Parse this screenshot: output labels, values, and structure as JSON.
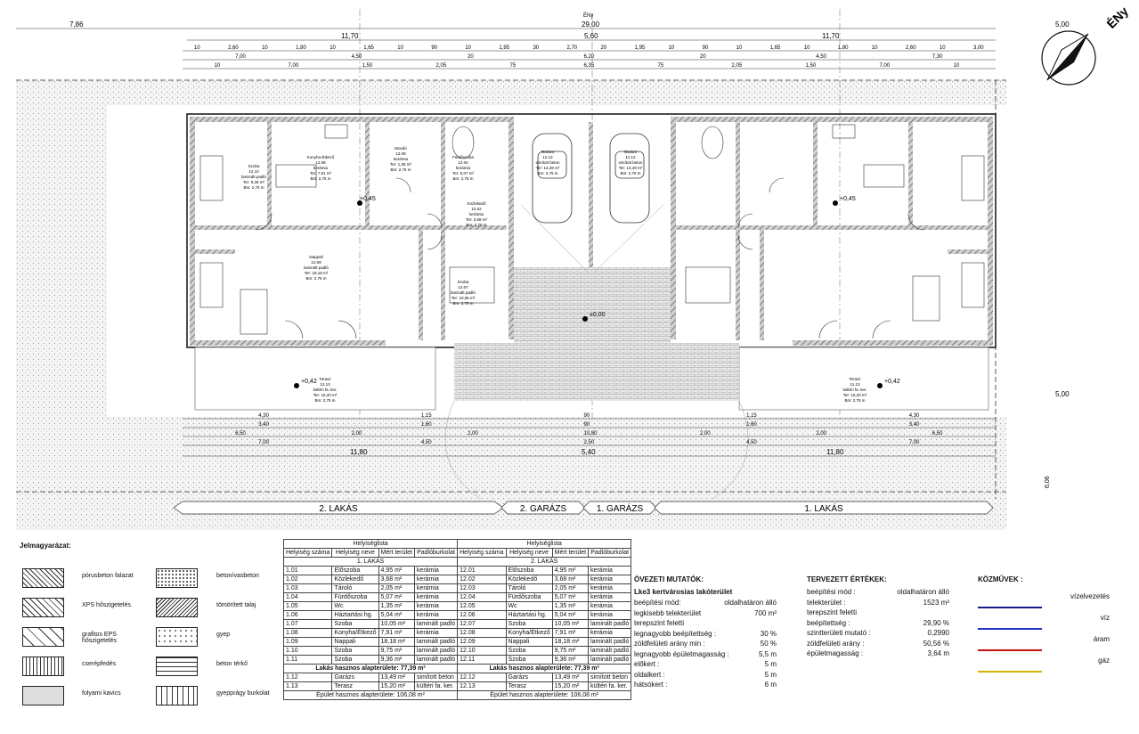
{
  "top_dims": {
    "left_offset": "7,86",
    "total_width": "29,00",
    "right_offset": "5,00",
    "halves": [
      "11,70",
      "5,60",
      "11,70"
    ],
    "north_label": "ÉNy",
    "row1": [
      "10",
      "2,60",
      "10",
      "1,80",
      "10",
      "1,65",
      "10",
      "90",
      "10",
      "1,95",
      "30",
      "2,70",
      "20",
      "1,95",
      "10",
      "90",
      "10",
      "1,65",
      "10",
      "1,80",
      "10",
      "2,60",
      "10",
      "3,00"
    ],
    "row2": [
      "7,00",
      "4,50",
      "20",
      "6,20",
      "20",
      "4,50",
      "7,30"
    ],
    "row3": [
      "10",
      "7,00",
      "1,50",
      "2,05",
      "75",
      "6,35",
      "75",
      "2,05",
      "1,50",
      "7,00",
      "10"
    ]
  },
  "bottom_dims": {
    "row1": [
      "4,30",
      "1,15",
      "90",
      "1,15",
      "4,30"
    ],
    "row2": [
      "3,40",
      "1,60",
      "90",
      "1,60",
      "3,40"
    ],
    "row3": [
      "6,50",
      "2,00",
      "2,00",
      "10,80",
      "2,00",
      "2,00",
      "6,50"
    ],
    "row4": [
      "7,00",
      "4,50",
      "2,50",
      "4,50",
      "7,00"
    ],
    "totals": [
      "11,80",
      "5,40",
      "11,80"
    ],
    "side_right": [
      "5,00",
      "6,06"
    ]
  },
  "rooms": [
    {
      "name": "Szoba",
      "id": "12.10",
      "area": "9,36 m²",
      "floor": "laminált padló",
      "h": "2,75 m"
    },
    {
      "name": "Konyha-Étkező",
      "id": "12.08",
      "area": "7,91 m²",
      "floor": "kerámia",
      "h": "2,75 m"
    },
    {
      "name": "Mosdó",
      "id": "12.09",
      "area": "1,35 m²",
      "floor": "kerámia",
      "h": "2,75 m"
    },
    {
      "name": "Fürdőszoba",
      "id": "12.04",
      "area": "5,07 m²",
      "floor": "kerámia",
      "h": "2,75 m"
    },
    {
      "name": "Közlekedő",
      "id": "12.02",
      "area": "3,68 m²",
      "floor": "kerámia",
      "h": "2,75 m"
    },
    {
      "name": "Garázs",
      "id": "12.12",
      "area": "13,49 m²",
      "floor": "simított beton",
      "h": "2,75 m"
    },
    {
      "name": "Garázs",
      "id": "11.12",
      "area": "13,49 m²",
      "floor": "simított beton",
      "h": "2,75 m"
    },
    {
      "name": "Nappali",
      "id": "12.09",
      "area": "18,18 m²",
      "floor": "laminált padló",
      "h": "2,75 m"
    },
    {
      "name": "Szoba",
      "id": "12.07",
      "area": "10,05 m²",
      "floor": "laminált padló",
      "h": "2,75 m"
    },
    {
      "name": "Terasz",
      "id": "12.13",
      "area": "15,20 m²",
      "floor": "kültéri fa. ker.",
      "h": "2,75 m"
    },
    {
      "name": "Terasz",
      "id": "11.13",
      "area": "15,20 m²",
      "floor": "kültéri fa. ker.",
      "h": "2,75 m"
    }
  ],
  "zone_labels": [
    "2. LAKÁS",
    "2. GARÁZS",
    "1. GARÁZS",
    "1. LAKÁS"
  ],
  "elevations": [
    "+0,45",
    "+0,45",
    "+0,42",
    "+0,42",
    "±0,00"
  ],
  "legend": {
    "title": "Jelmagyarázat:",
    "items": [
      {
        "label": "pórusbeton falazat"
      },
      {
        "label": "beton/vasbeton"
      },
      {
        "label": "XPS hőszigetelés"
      },
      {
        "label": "tömörített talaj"
      },
      {
        "label": "grafitos EPS hőszigetelés"
      },
      {
        "label": "gyep"
      },
      {
        "label": "cserépfedés"
      },
      {
        "label": "beton térkő"
      },
      {
        "label": "folyami kavics"
      },
      {
        "label": "gyepprágy burkolat"
      }
    ]
  },
  "room_table": {
    "title": "Helyiséglista",
    "headers": [
      "Helyiség száma",
      "Helyiség neve",
      "Mért terület",
      "Padlóburkolat"
    ],
    "flat1_title": "1. LAKÁS",
    "flat2_title": "2. LAKÁS",
    "rows": [
      [
        "1.01",
        "Előszoba",
        "4,95 m²",
        "kerámia",
        "12.01",
        "Előszoba",
        "4,95 m²",
        "kerámia"
      ],
      [
        "1.02",
        "Közlekedő",
        "3,68 m²",
        "kerámia",
        "12.02",
        "Közlekedő",
        "3,68 m²",
        "kerámia"
      ],
      [
        "1.03",
        "Tároló",
        "2,05 m²",
        "kerámia",
        "12.03",
        "Tároló",
        "2,05 m²",
        "kerámia"
      ],
      [
        "1.04",
        "Fürdőszoba",
        "5,07 m²",
        "kerámia",
        "12.04",
        "Fürdőszoba",
        "5,07 m²",
        "kerámia"
      ],
      [
        "1.05",
        "Wc",
        "1,35 m²",
        "kerámia",
        "12.05",
        "Wc",
        "1,35 m²",
        "kerámia"
      ],
      [
        "1.06",
        "Háztartási hg.",
        "5,04 m²",
        "kerámia",
        "12.06",
        "Háztartási hg.",
        "5,04 m²",
        "kerámia"
      ],
      [
        "1.07",
        "Szoba",
        "10,05 m²",
        "laminált padló",
        "12.07",
        "Szoba",
        "10,05 m²",
        "laminált padló"
      ],
      [
        "1.08",
        "Konyha/Étkező",
        "7,91 m²",
        "kerámia",
        "12.08",
        "Konyha/Étkező",
        "7,91 m²",
        "kerámia"
      ],
      [
        "1.09",
        "Nappali",
        "18,18 m²",
        "laminált padló",
        "12.09",
        "Nappali",
        "18,18 m²",
        "laminált padló"
      ],
      [
        "1.10",
        "Szoba",
        "9,75 m²",
        "laminált padló",
        "12.10",
        "Szoba",
        "9,75 m²",
        "laminált padló"
      ],
      [
        "1.11",
        "Szoba",
        "9,36 m²",
        "laminált padló",
        "12.11",
        "Szoba",
        "9,36 m²",
        "laminált padló"
      ]
    ],
    "useful_label": "Lakás hasznos alapterülete:",
    "useful_value": "77,39 m²",
    "extra_rows": [
      [
        "1.12",
        "Garázs",
        "13,49 m²",
        "simított beton",
        "12.12",
        "Garázs",
        "13,49 m²",
        "simított beton"
      ],
      [
        "1.13",
        "Terasz",
        "15,20 m²",
        "kültéri fa. ker.",
        "12.13",
        "Terasz",
        "15,20 m²",
        "kültéri fa. ker."
      ]
    ],
    "building_label": "Épület hasznos alapterülete:",
    "building_value": "106,08 m²"
  },
  "zoning": {
    "title": "ÖVEZETI MUTATÓK:",
    "zone": "Lke3 kertvárosias lakóterület",
    "rows": [
      [
        "beépítési mód:",
        "oldalhatáron álló"
      ],
      [
        "legkisebb telekterület",
        "700 m²"
      ],
      [
        "terepszint feletti",
        ""
      ],
      [
        "legnagyobb beépítettség :",
        "30 %"
      ],
      [
        "zöldfelületi arány min :",
        "50 %"
      ],
      [
        "legnagyobb épületmagasság :",
        "5,5 m"
      ],
      [
        "előkert :",
        "5 m"
      ],
      [
        "oldalkert :",
        "5 m"
      ],
      [
        "hátsókert :",
        "6 m"
      ]
    ]
  },
  "planned": {
    "title": "TERVEZETT ÉRTÉKEK:",
    "rows": [
      [
        "beépítési mód :",
        "oldalhatáron álló"
      ],
      [
        "telekterület :",
        "1523 m²"
      ],
      [
        "terepszint feletti",
        ""
      ],
      [
        "beépítettség :",
        "29,90 %"
      ],
      [
        "szintterületi mutató :",
        "0,2990"
      ],
      [
        "zöldfelületi arány :",
        "50,56 %"
      ],
      [
        "épületmagasság :",
        "3,64 m"
      ]
    ]
  },
  "utilities": {
    "title": "KÖZMŰVEK :",
    "items": [
      {
        "label": "vízelvezetés",
        "color": "#1a1a8c"
      },
      {
        "label": "víz",
        "color": "#2233cc"
      },
      {
        "label": "áram",
        "color": "#cc1111"
      },
      {
        "label": "gáz",
        "color": "#d4b400"
      }
    ]
  }
}
